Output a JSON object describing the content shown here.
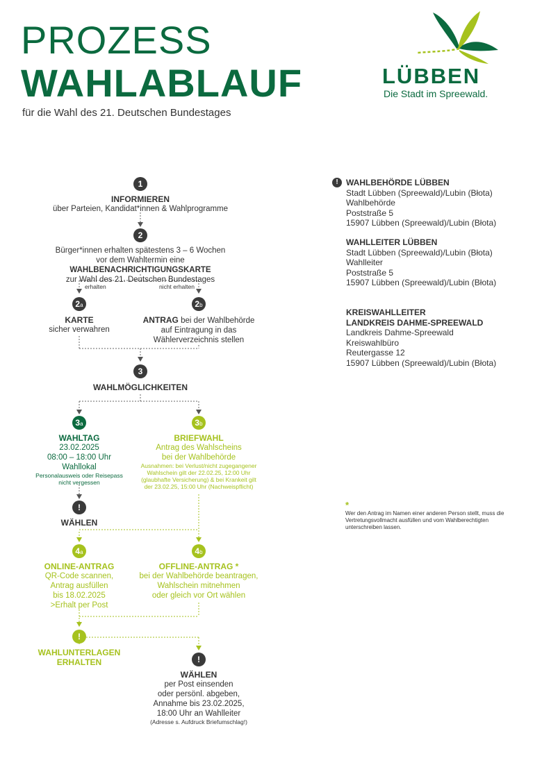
{
  "header": {
    "title_line1": "PROZESS",
    "title_line2": "WAHLABLAUF",
    "subtitle": "für die Wahl des 21. Deutschen Bundestages"
  },
  "logo": {
    "name": "LÜBBEN",
    "tagline": "Die Stadt im Spreewald.",
    "icon": "dragonfly-icon"
  },
  "colors": {
    "dark_green": "#0b6a3f",
    "lime_green": "#a6c21e",
    "dark_gray": "#3a3a3a"
  },
  "flow": {
    "step1": {
      "num": "1",
      "title": "INFORMIEREN",
      "text": "über Parteien, Kandidat*innen & Wahlprogramme"
    },
    "step2": {
      "num": "2",
      "line1": "Bürger*innen erhalten spätestens 3 – 6 Wochen",
      "line2_pre": "vor dem Wahltermin eine ",
      "line2_bold": "WAHLBENACHRICHTIGUNGSKARTE",
      "line3": "zur Wahl des 21. Deutschen Bundestages"
    },
    "branch_left_label": "erhalten",
    "branch_right_label": "nicht erhalten",
    "step2a": {
      "num": "2",
      "sub": "a",
      "title": "KARTE",
      "text": "sicher verwahren"
    },
    "step2b": {
      "num": "2",
      "sub": "b",
      "title": "ANTRAG",
      "text1": " bei der Wahlbehörde",
      "text2": "auf Eintragung in das",
      "text3": "Wählerverzeichnis stellen"
    },
    "step3": {
      "num": "3",
      "title": "WAHLMÖGLICHKEITEN"
    },
    "step3a": {
      "num": "3",
      "sub": "a",
      "title": "WAHLTAG",
      "date": "23.02.2025",
      "time": "08:00 – 18:00 Uhr",
      "place": "Wahllokal",
      "hint1": "Personalausweis oder Reisepass",
      "hint2": "nicht vergessen"
    },
    "step3b": {
      "num": "3",
      "sub": "b",
      "title": "BRIEFWAHL",
      "text1": "Antrag des Wahlscheins",
      "text2": "bei der Wahlbehörde",
      "note1": "Ausnahmen: bei Verlust/nicht zugegangener",
      "note2": "Wahlschein gilt der 22.02.25, 12:00 Uhr",
      "note3": "(glaubhafte Versicherung) & bei Krankeit gilt",
      "note4": "der 23.02.25, 15:00 Uhr (Nachweispflicht)"
    },
    "vote1": {
      "num": "!",
      "title": "WÄHLEN"
    },
    "step4a": {
      "num": "4",
      "sub": "a",
      "title": "ONLINE-ANTRAG",
      "text1": "QR-Code scannen,",
      "text2": "Antrag ausfüllen",
      "text3": "bis 18.02.2025",
      "text4": ">Erhalt per Post"
    },
    "step4b": {
      "num": "4",
      "sub": "b",
      "title": "OFFLINE-ANTRAG *",
      "text1": "bei der Wahlbehörde beantragen,",
      "text2": "Wahlschein mitnehmen",
      "text3": "oder gleich vor Ort wählen"
    },
    "receive": {
      "num": "!",
      "title1": "WAHLUNTERLAGEN",
      "title2": "ERHALTEN"
    },
    "vote2": {
      "num": "!",
      "title": "WÄHLEN",
      "text1": "per Post einsenden",
      "text2": "oder persönl. abgeben,",
      "text3": "Annahme bis 23.02.2025,",
      "text4": "18:00 Uhr an Wahlleiter",
      "text5": "(Adresse s. Aufdruck Briefumschlag!)"
    }
  },
  "addresses": {
    "marker": "!",
    "a1": {
      "title": "WAHLBEHÖRDE LÜBBEN",
      "l1": "Stadt Lübben (Spreewald)/Lubin (Błota)",
      "l2": "Wahlbehörde",
      "l3": "Poststraße 5",
      "l4": "15907 Lübben (Spreewald)/Lubin (Błota)"
    },
    "a2": {
      "title": "WAHLLEITER LÜBBEN",
      "l1": "Stadt Lübben (Spreewald)/Lubin (Błota)",
      "l2": "Wahlleiter",
      "l3": "Poststraße 5",
      "l4": "15907 Lübben (Spreewald)/Lubin (Błota)"
    },
    "a3": {
      "title1": "KREISWAHLLEITER",
      "title2": "LANDKREIS DAHME-SPREEWALD",
      "l1": "Landkreis Dahme-Spreewald",
      "l2": "Kreiswahlbüro",
      "l3": "Reutergasse 12",
      "l4": "15907 Lübben (Spreewald)/Lubin (Błota)"
    }
  },
  "footnote": {
    "mark": "*",
    "text": "Wer den Antrag im Namen einer anderen Person stellt, muss die Vertretungsvollmacht ausfüllen und vom Wahlberechtigten unterschreiben lassen."
  }
}
